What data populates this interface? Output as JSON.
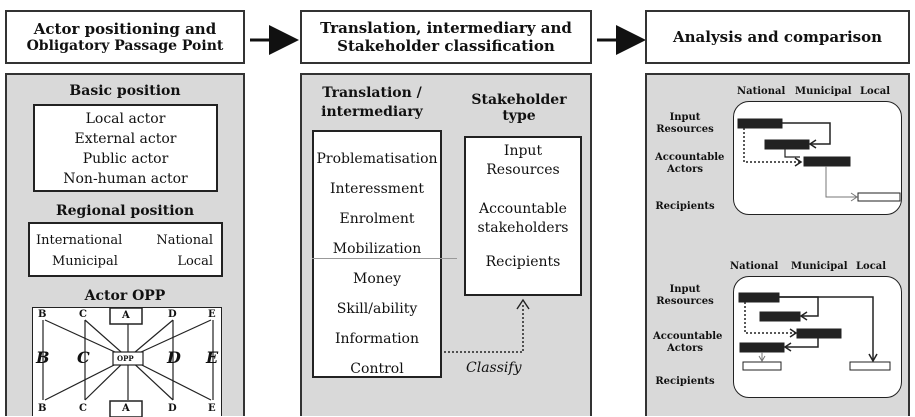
{
  "column1": {
    "header": [
      "Actor positioning and",
      "Obligatory Passage Point"
    ],
    "basic_title": "Basic position",
    "basic_items": [
      "Local actor",
      "External actor",
      "Public actor",
      "Non-human actor"
    ],
    "regional_title": "Regional position",
    "regional_items": [
      "International",
      "National",
      "Municipal",
      "Local"
    ],
    "opp_title": "Actor OPP",
    "opp_top": [
      "B",
      "C",
      "A",
      "D",
      "E"
    ],
    "opp_middle": [
      "B",
      "C",
      "OPP",
      "D",
      "E"
    ],
    "opp_bottom": [
      "B",
      "C",
      "A",
      "D",
      "E"
    ]
  },
  "column2": {
    "header": [
      "Translation, intermediary and",
      "Stakeholder classification"
    ],
    "translation_title": [
      "Translation /",
      "intermediary"
    ],
    "stakeholder_title": "Stakeholder type",
    "translation_items": [
      "Problematisation",
      "Interessment",
      "Enrolment",
      "Mobilization"
    ],
    "intermediary_items": [
      "Money",
      "Skill/ability",
      "Information",
      "Control"
    ],
    "stakeholder_items": [
      "Input",
      "Resources",
      "Accountable",
      "stakeholders",
      "Recipients"
    ],
    "classify_label": "Classify"
  },
  "column3": {
    "header": "Analysis and comparison",
    "levels": [
      "National",
      "Municipal",
      "Local"
    ],
    "rows": [
      "Input",
      "Resources",
      "Accountable",
      "Actors",
      "Recipients"
    ],
    "levels2": [
      "National",
      "Municipal",
      "Local"
    ],
    "rows2": [
      "Input",
      "Resources",
      "Accountable",
      "Actors",
      "Recipients"
    ]
  }
}
